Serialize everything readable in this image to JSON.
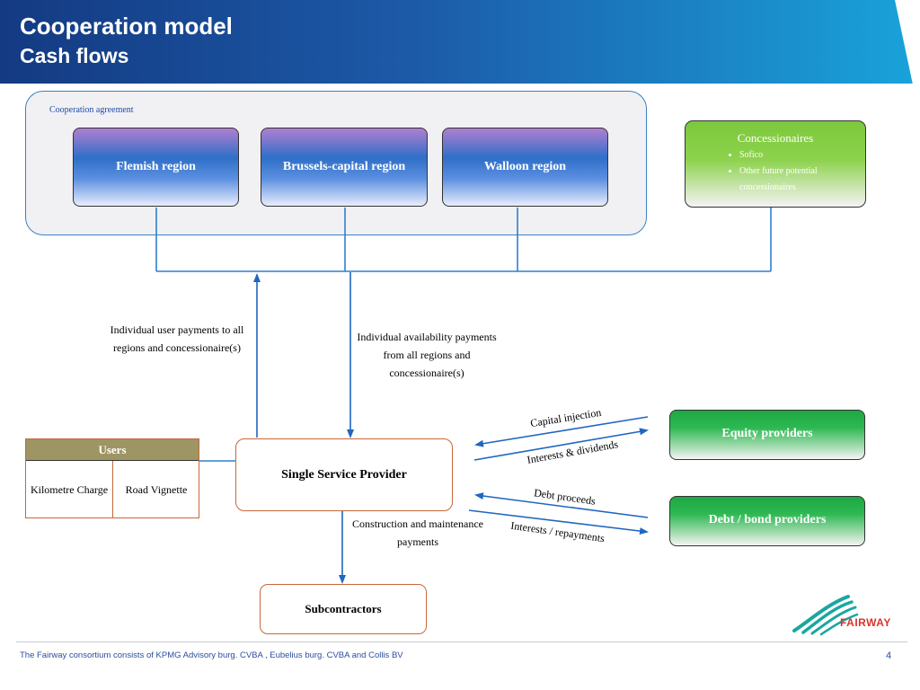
{
  "header": {
    "title": "Cooperation model",
    "subtitle": "Cash flows"
  },
  "cooperation": {
    "label": "Cooperation agreement",
    "regions": [
      "Flemish region",
      "Brussels-capital region",
      "Walloon region"
    ]
  },
  "concessionaires": {
    "title": "Concessionaires",
    "items": [
      "Sofico",
      "Other future potential concessionaires"
    ]
  },
  "notes": {
    "user_payments": "Individual user payments to all regions and concessionaire(s)",
    "availability_payments": "Individual availability payments from all regions and concessionaire(s)",
    "construction_payments": "Construction and maintenance payments"
  },
  "users": {
    "title": "Users",
    "cells": [
      "Kilometre Charge",
      "Road Vignette"
    ]
  },
  "single_service_provider": "Single Service Provider",
  "subcontractors": "Subcontractors",
  "providers": {
    "equity": "Equity providers",
    "debt": "Debt / bond providers"
  },
  "flows": {
    "capital_injection": "Capital injection",
    "interests_dividends": "Interests  & dividends",
    "debt_proceeds": "Debt proceeds",
    "interests_repayments": "Interests / repayments"
  },
  "footer": {
    "text": "The Fairway consortium consists of KPMG Advisory burg. CVBA , Eubelius burg. CVBA and Collis BV",
    "page": "4"
  },
  "logo": {
    "text": "FAIRWAY"
  },
  "colors": {
    "connector": "#2f7fd0",
    "arrow": "#1f66c0",
    "accent_orange": "#c8683a"
  }
}
